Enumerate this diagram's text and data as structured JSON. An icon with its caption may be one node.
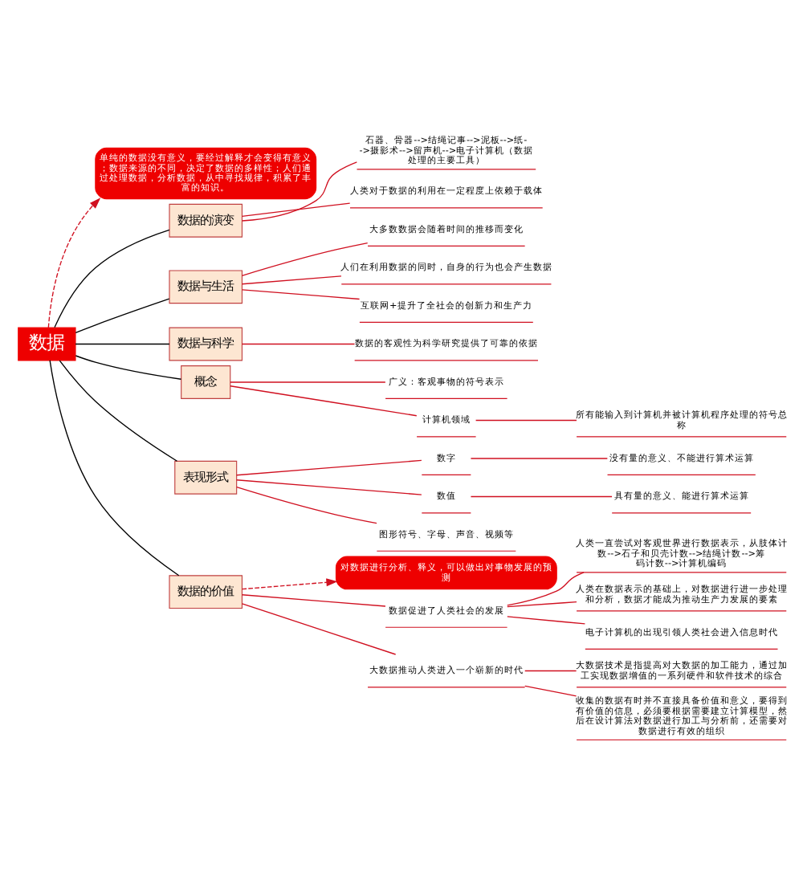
{
  "diagram": {
    "nodes": [
      {
        "text": [
          "数据"
        ]
      },
      {
        "text": [
          "单纯的数据没有意义，要经过解释才会变得有意义；数据来源的不同，决定了数据的多样性；人们通过处理数据，分析数据，从中寻找规律，积累了丰富的知识。"
        ]
      },
      {
        "text": [
          "数据的演变"
        ]
      },
      {
        "text": [
          "石器、骨器-->结绳记事-->泥板-->纸-->摄影术-->留声机-->电子计算机（数据处理的主要工具）"
        ]
      },
      {
        "text": [
          "人类对于数据的利用在一定程度上依赖于载体"
        ]
      },
      {
        "text": [
          "数据与生活"
        ]
      },
      {
        "text": [
          "大多数数据会随着时间的推移而变化"
        ]
      },
      {
        "text": [
          "人们在利用数据的同时，自身的行为也会产生数据"
        ]
      },
      {
        "text": [
          "互联网+提升了全社会的创新力和生产力"
        ]
      },
      {
        "text": [
          "数据与科学"
        ]
      },
      {
        "text": [
          "数据的客观性为科学研究提供了可靠的依据"
        ]
      },
      {
        "text": [
          "概念"
        ]
      },
      {
        "text": [
          "广义：客观事物的符号表示"
        ]
      },
      {
        "text": [
          "计算机领域"
        ]
      },
      {
        "text": [
          "所有能输入到计算机并被计算机程序处理的符号总称"
        ]
      },
      {
        "text": [
          "表现形式"
        ]
      },
      {
        "text": [
          "数字"
        ]
      },
      {
        "text": [
          "没有量的意义、不能进行算术运算"
        ]
      },
      {
        "text": [
          "数值"
        ]
      },
      {
        "text": [
          "具有量的意义、能进行算术运算"
        ]
      },
      {
        "text": [
          "图形符号、字母、声音、视频等"
        ]
      },
      {
        "text": [
          "数据的价值"
        ]
      },
      {
        "text": [
          "对数据进行分析、释义，可以做出对事物发展的预测"
        ]
      },
      {
        "text": [
          "数据促进了人类社会的发展"
        ]
      },
      {
        "text": [
          "人类一直尝试对客观世界进行数据表示，从肢体计数-->石子和贝壳计数-->结绳计数-->筹码计数-->计算机编码"
        ]
      },
      {
        "text": [
          "人类在数据表示的基础上，对数据进行进一步处理和分析，数据才能成为推动生产力发展的要素"
        ]
      },
      {
        "text": [
          "电子计算机的出现引领人类社会进入信息时代"
        ]
      },
      {
        "text": [
          "大数据推动人类进入一个崭新的时代"
        ]
      },
      {
        "text": [
          "大数据技术是指提高对大数据的加工能力，通过加工实现数据增值的一系列硬件和软件技术的综合"
        ]
      },
      {
        "text": [
          "收集的数据有时并不直接具备价值和意义，要得到有价值的信息，必须要根据需要建立计算模型，然后在设计算法对数据进行加工与分析前，还需要对数据进行有效的组织"
        ]
      }
    ],
    "edges": [
      {
        "from": 0,
        "to": 1,
        "arrow": "to",
        "style": "dashed"
      },
      {
        "from": 0,
        "to": 2,
        "arrow": "none",
        "color": "#000000"
      },
      {
        "from": 0,
        "to": 5,
        "arrow": "none",
        "color": "#000000"
      },
      {
        "from": 0,
        "to": 9,
        "arrow": "none",
        "color": "#000000"
      },
      {
        "from": 0,
        "to": 11,
        "arrow": "none",
        "color": "#000000"
      },
      {
        "from": 0,
        "to": 15,
        "arrow": "none",
        "color": "#000000"
      },
      {
        "from": 0,
        "to": 21,
        "arrow": "none",
        "color": "#000000"
      },
      {
        "from": 2,
        "to": 3,
        "arrow": "none"
      },
      {
        "from": 2,
        "to": 4,
        "arrow": "none"
      },
      {
        "from": 5,
        "to": 6,
        "arrow": "none"
      },
      {
        "from": 5,
        "to": 7,
        "arrow": "none"
      },
      {
        "from": 5,
        "to": 8,
        "arrow": "none"
      },
      {
        "from": 9,
        "to": 10,
        "arrow": "none"
      },
      {
        "from": 11,
        "to": 12,
        "arrow": "none"
      },
      {
        "from": 11,
        "to": 13,
        "arrow": "none"
      },
      {
        "from": 13,
        "to": 14,
        "arrow": "none"
      },
      {
        "from": 15,
        "to": 16,
        "arrow": "none"
      },
      {
        "from": 15,
        "to": 18,
        "arrow": "none"
      },
      {
        "from": 15,
        "to": 20,
        "arrow": "none"
      },
      {
        "from": 16,
        "to": 17,
        "arrow": "none"
      },
      {
        "from": 18,
        "to": 19,
        "arrow": "none"
      },
      {
        "from": 21,
        "to": 22,
        "arrow": "to",
        "style": "dashed"
      },
      {
        "from": 21,
        "to": 23,
        "arrow": "none"
      },
      {
        "from": 21,
        "to": 27,
        "arrow": "none"
      },
      {
        "from": 23,
        "to": 24,
        "arrow": "none"
      },
      {
        "from": 23,
        "to": 25,
        "arrow": "none"
      },
      {
        "from": 23,
        "to": 26,
        "arrow": "none"
      },
      {
        "from": 27,
        "to": 28,
        "arrow": "none"
      },
      {
        "from": 27,
        "to": 29,
        "arrow": "none"
      }
    ]
  }
}
